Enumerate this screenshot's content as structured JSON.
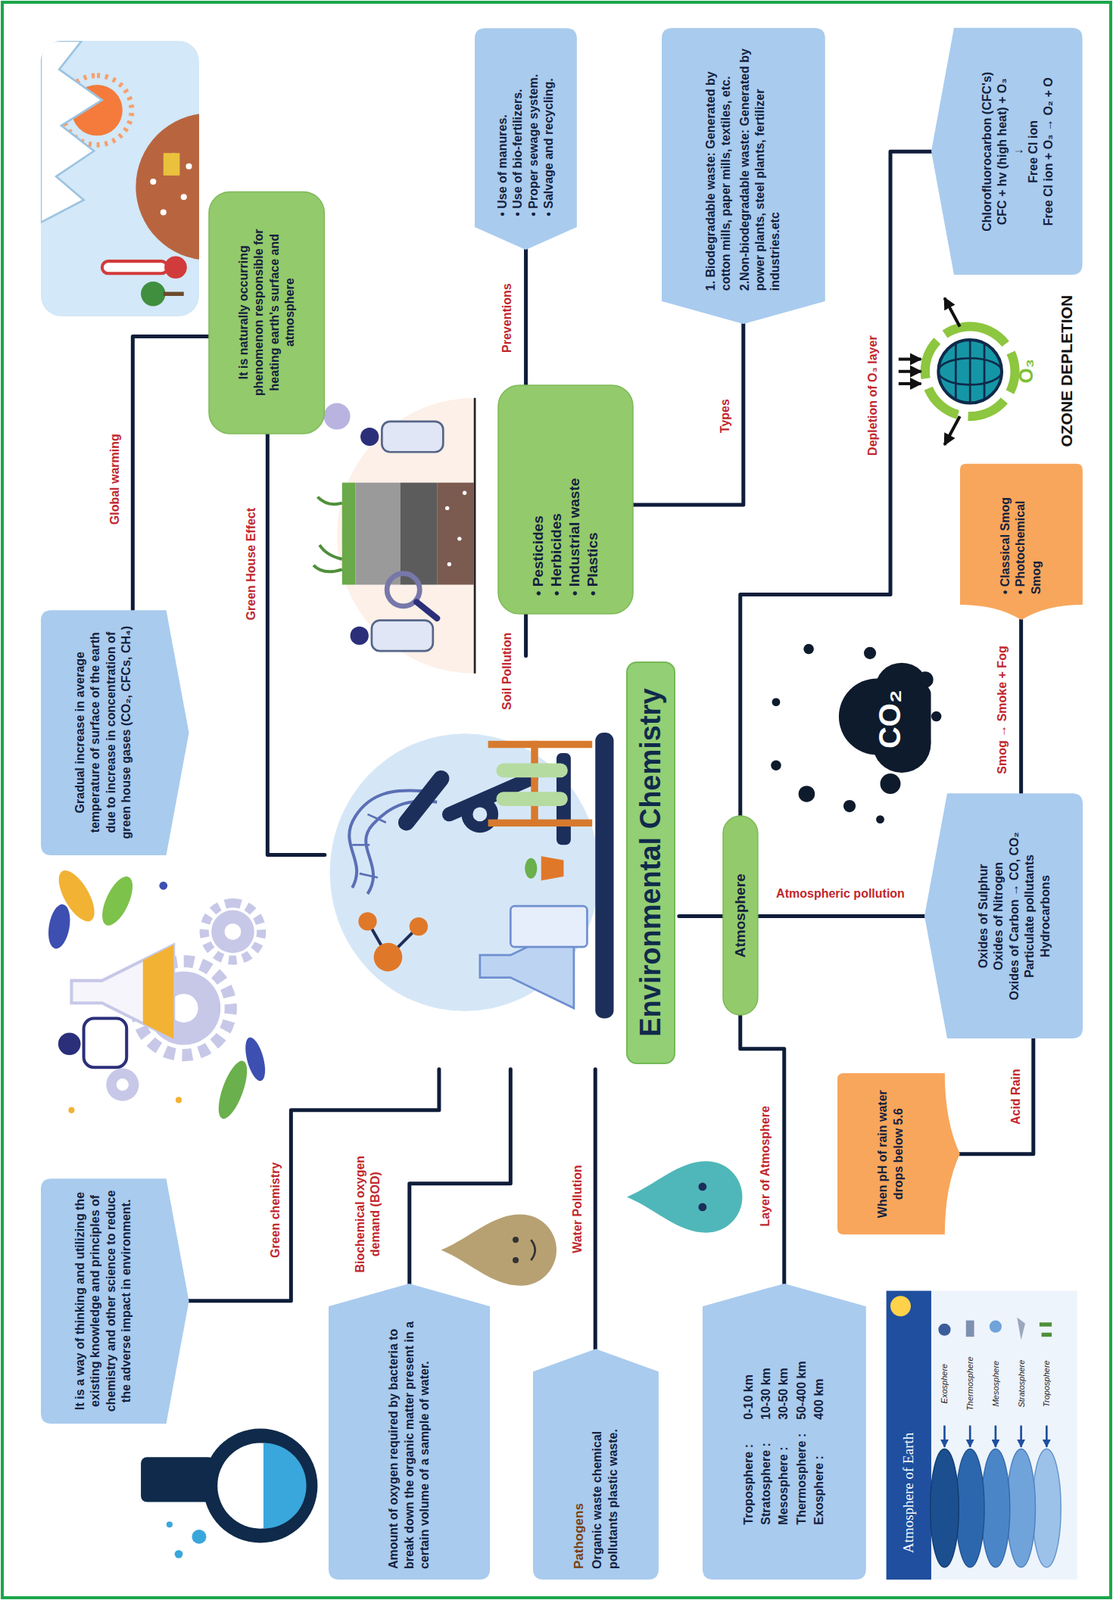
{
  "diagram": {
    "nodes": [
      {
        "text": [
          "Environmental Chemistry"
        ]
      },
      {
        "text": [
          "It is a way of thinking and utilizing the existing knowledge and principles of chemistry and other science to reduce the adverse impact in environment."
        ]
      },
      {
        "text": [
          "Gradual increase in average temperature of surface of the earth due to increase in concentration of green house gases (CO₂, CFCs, CH₄)"
        ]
      },
      {
        "text": [
          "It is naturally occurring phenomenon responsible for heating earth's surface and atmosphere"
        ]
      },
      {
        "text": [
          "Amount of oxygen required by bacteria to break down the organic matter present in a certain volume of a sample of water."
        ]
      },
      {
        "text": [
          "Pathogens",
          "Organic waste chemical pollutants plastic waste."
        ]
      },
      {
        "text": [
          "• Pesticides",
          "• Herbicides",
          "• Industrial waste",
          "• Plastics"
        ]
      },
      {
        "text": [
          "• Use of manures.",
          "• Use of bio-fertilizers.",
          "• Proper sewage system.",
          "• Salvage and recycling."
        ]
      },
      {
        "text": [
          "1. Biodegradable waste: Generated by cotton mills, paper mills, textiles, etc.",
          "2.Non-biodegradable waste: Generated by power plants, steel plants, fertilizer industries.etc"
        ]
      },
      {
        "text": [
          "Atmosphere"
        ]
      },
      {
        "text": [
          "Oxides of Sulphur",
          "Oxides of Nitrogen",
          "Oxides of Carbon → CO, CO₂",
          "Particulate pollutants",
          "Hydrocarbons"
        ]
      },
      {
        "text": [
          "When pH of rain water drops below 5.6"
        ]
      },
      {
        "text": [
          "• Classical Smog",
          "• Photochemical Smog"
        ]
      },
      {
        "text": [
          "Chlorofluorocarbon (CFC's)",
          "CFC + hv (high heat) + O₃",
          "↓",
          "Free Cl ion",
          "Free Cl ion + O₃ → O₂ + O"
        ]
      },
      {
        "text": [
          "Troposphere :",
          "0-10 km",
          "Stratosphere :",
          "10-30 km",
          "Mesosphere :",
          "30-50 km",
          "Thermosphere :",
          "50-400 km",
          "Exosphere :",
          "400 km"
        ]
      },
      {
        "text": [
          "CO₂"
        ]
      }
    ],
    "edges": [
      {
        "from": 0,
        "to": 1,
        "label": "Green chemistry",
        "arrow": "none"
      },
      {
        "from": 0,
        "to": 4,
        "label": "Biochemical oxygen demand (BOD)",
        "arrow": "none"
      },
      {
        "from": 0,
        "to": 5,
        "label": "Water Pollution",
        "arrow": "none"
      },
      {
        "from": 0,
        "to": 3,
        "label": "Green House Effect",
        "arrow": "none"
      },
      {
        "from": 3,
        "to": 2,
        "label": "Global warming",
        "arrow": "none"
      },
      {
        "from": 0,
        "to": 6,
        "label": "Soil Pollution",
        "arrow": "none"
      },
      {
        "from": 6,
        "to": 7,
        "label": "Preventions",
        "arrow": "none"
      },
      {
        "from": 6,
        "to": 8,
        "label": "Types",
        "arrow": "none"
      },
      {
        "from": 0,
        "to": 9,
        "arrow": "none"
      },
      {
        "from": 9,
        "to": 10,
        "label": "Atmospheric pollution",
        "arrow": "none"
      },
      {
        "from": 10,
        "to": 11,
        "label": "Acid Rain",
        "arrow": "none"
      },
      {
        "from": 10,
        "to": 12,
        "label": "Smog → Smoke + Fog",
        "arrow": "none"
      },
      {
        "from": 9,
        "to": 13,
        "label": "Depletion of O₃ layer",
        "arrow": "none"
      },
      {
        "from": 9,
        "to": 14,
        "label": "Layer of Atmosphere",
        "arrow": "none"
      }
    ],
    "labels": [
      "O₃",
      "OZONE DEPLETION",
      "Atmosphere of Earth",
      "Exosphere",
      "Thermosphere",
      "Mesosphere",
      "Stratosphere",
      "Troposphere"
    ]
  }
}
